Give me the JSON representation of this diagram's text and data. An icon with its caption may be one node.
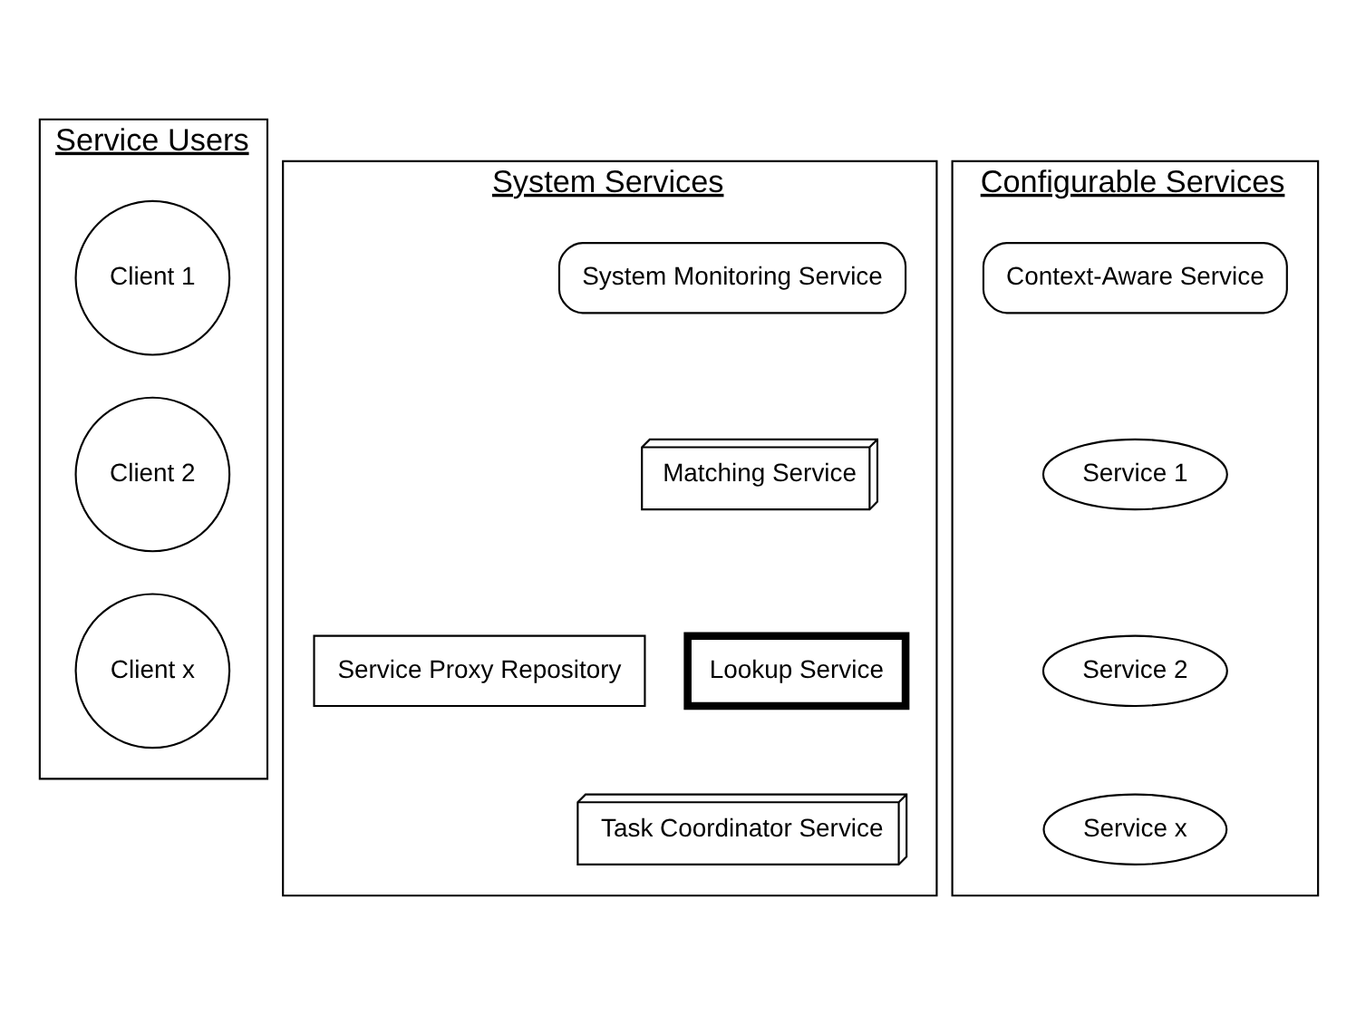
{
  "diagram": {
    "nodes": [
      {
        "text": [
          "Service Users"
        ]
      },
      {
        "text": [
          "Client 1"
        ],
        "in": 0
      },
      {
        "text": [
          "Client 2"
        ],
        "in": 0
      },
      {
        "text": [
          "Client x"
        ],
        "in": 0
      },
      {
        "text": [
          "System Services"
        ]
      },
      {
        "text": [
          "System Monitoring Service"
        ],
        "in": 4
      },
      {
        "text": [
          "Matching Service"
        ],
        "in": 4
      },
      {
        "text": [
          "Lookup Service"
        ],
        "in": 4
      },
      {
        "text": [
          "Service Proxy Repository"
        ],
        "in": 4
      },
      {
        "text": [
          "Task Coordinator Service"
        ],
        "in": 4
      },
      {
        "text": [
          "Configurable Services"
        ]
      },
      {
        "text": [
          "Context-Aware Service"
        ],
        "in": 10
      },
      {
        "text": [
          "Service 1"
        ],
        "in": 10
      },
      {
        "text": [
          "Service 2"
        ],
        "in": 10
      },
      {
        "text": [
          "Service x"
        ],
        "in": 10
      }
    ],
    "edges": []
  }
}
